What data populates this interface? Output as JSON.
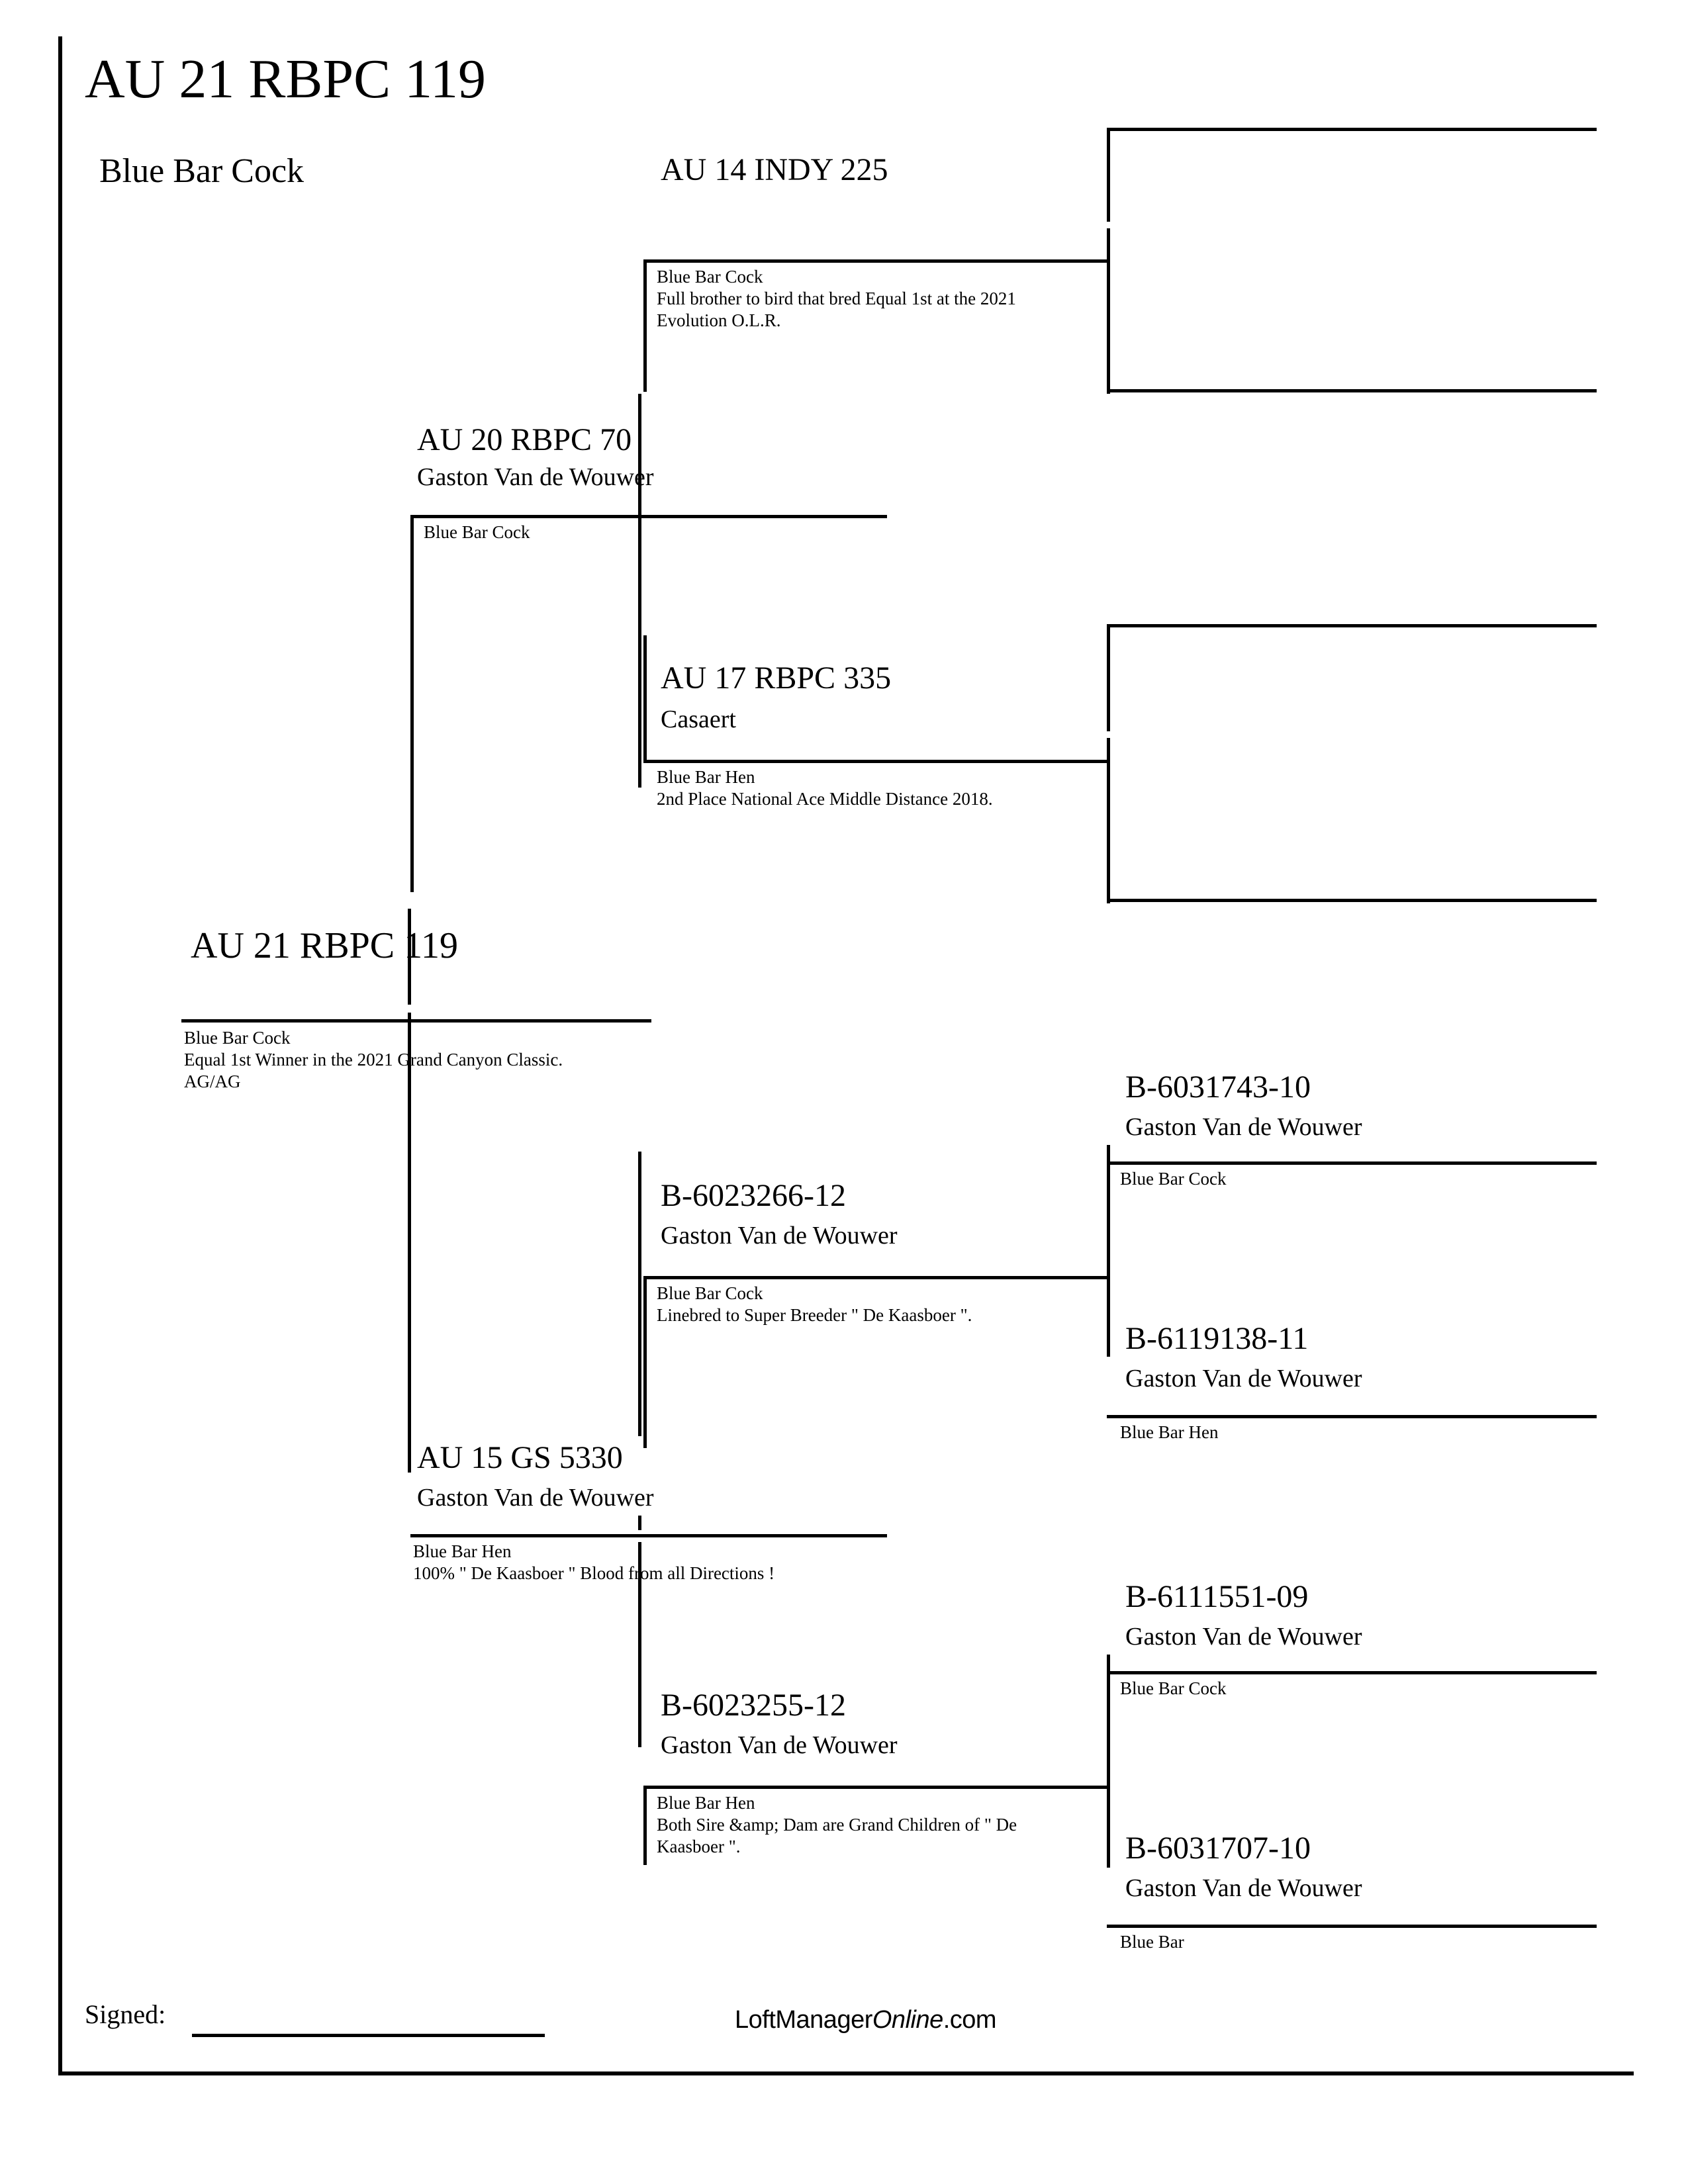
{
  "header": {
    "title": "AU 21 RBPC 119",
    "subtitle": "Blue Bar Cock"
  },
  "footer": {
    "signed_label": "Signed:",
    "brand_prefix": "LoftManager",
    "brand_italic": "Online",
    "brand_suffix": ".com"
  },
  "pedigree": {
    "subject": {
      "id": "AU 21 RBPC 119",
      "note_line1": "Blue Bar Cock",
      "note_line2": "Equal 1st Winner in the 2021 Grand Canyon Classic.",
      "note_line3": "AG/AG"
    },
    "sire": {
      "id": "AU 20 RBPC 70",
      "breeder": "Gaston Van de Wouwer",
      "note_line1": "Blue Bar Cock"
    },
    "dam": {
      "id": "AU 15 GS 5330",
      "breeder": "Gaston Van de Wouwer",
      "note_line1": "Blue Bar Hen",
      "note_line2": "100% \" De Kaasboer \" Blood from all Directions !"
    },
    "sire_sire": {
      "id": "AU 14 INDY 225",
      "breeder": "",
      "note_line1": "Blue Bar Cock",
      "note_line2": "Full brother to bird that bred Equal 1st at the 2021",
      "note_line3": "Evolution O.L.R."
    },
    "sire_dam": {
      "id": "AU 17 RBPC 335",
      "breeder": "Casaert",
      "note_line1": "Blue Bar Hen",
      "note_line2": "2nd Place National Ace Middle Distance 2018."
    },
    "dam_sire": {
      "id": "B-6023266-12",
      "breeder": "Gaston Van de Wouwer",
      "note_line1": "Blue Bar Cock",
      "note_line2": "Linebred to Super Breeder \" De Kaasboer \"."
    },
    "dam_dam": {
      "id": "B-6023255-12",
      "breeder": "Gaston Van de Wouwer",
      "note_line1": "Blue Bar Hen",
      "note_line2": "Both Sire &amp; Dam are Grand Children of \" De",
      "note_line3": "Kaasboer \"."
    },
    "gg1": {
      "id": "",
      "breeder": "",
      "note_line1": ""
    },
    "gg2": {
      "id": "",
      "breeder": "",
      "note_line1": ""
    },
    "gg3": {
      "id": "",
      "breeder": "",
      "note_line1": ""
    },
    "gg4": {
      "id": "",
      "breeder": "",
      "note_line1": ""
    },
    "gg5": {
      "id": "B-6031743-10",
      "breeder": "Gaston Van de Wouwer",
      "note_line1": "Blue Bar Cock"
    },
    "gg6": {
      "id": "B-6119138-11",
      "breeder": "Gaston Van de Wouwer",
      "note_line1": "Blue Bar Hen"
    },
    "gg7": {
      "id": "B-6111551-09",
      "breeder": "Gaston Van de Wouwer",
      "note_line1": "Blue Bar Cock"
    },
    "gg8": {
      "id": "B-6031707-10",
      "breeder": "Gaston Van de Wouwer",
      "note_line1": "Blue Bar"
    }
  }
}
